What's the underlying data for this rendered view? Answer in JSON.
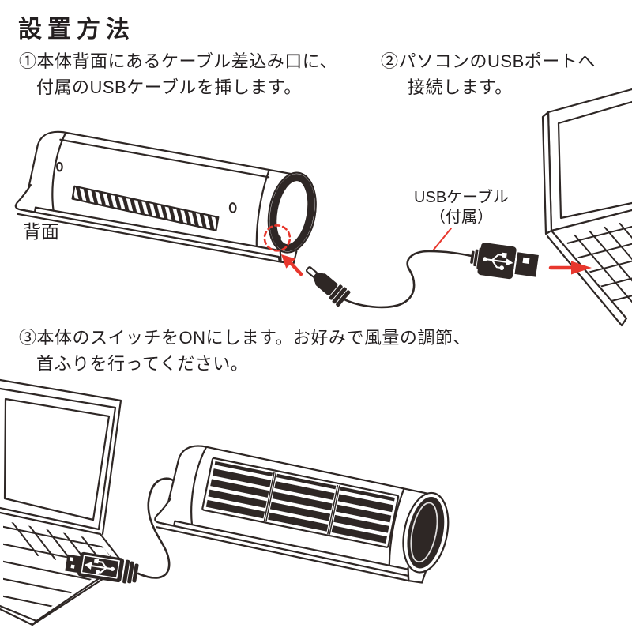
{
  "document": {
    "title": "設置方法"
  },
  "steps": [
    {
      "number": "①",
      "line1": "本体背面にあるケーブル差込み口に、",
      "line2": "付属のUSBケーブルを挿します。"
    },
    {
      "number": "②",
      "line1": "パソコンのUSBポートへ",
      "line2": "接続します。"
    },
    {
      "number": "③",
      "line1": "本体のスイッチをONにします。お好みで風量の調節、",
      "line2": "首ふりを行ってください。"
    }
  ],
  "labels": {
    "fan_back_view": "背面",
    "usb_cable_line1": "USBケーブル",
    "usb_cable_line2": "（付属）"
  },
  "colors": {
    "ink": "#2e2725",
    "text": "#231f20",
    "accent_red": "#e8372d",
    "background": "#ffffff"
  },
  "icons": {
    "fan_rear": "fan-back-illustration",
    "fan_front": "fan-front-illustration",
    "dc_plug": "dc-plug-icon",
    "usb_connector": "usb-a-connector-icon",
    "usb_plug": "usb-plug-icon",
    "laptop_top": "laptop-top-illustration",
    "laptop_bottom": "laptop-bottom-illustration",
    "jack_highlight": "dashed-circle-highlight-icon",
    "insert_arrow": "red-arrow-icon"
  }
}
